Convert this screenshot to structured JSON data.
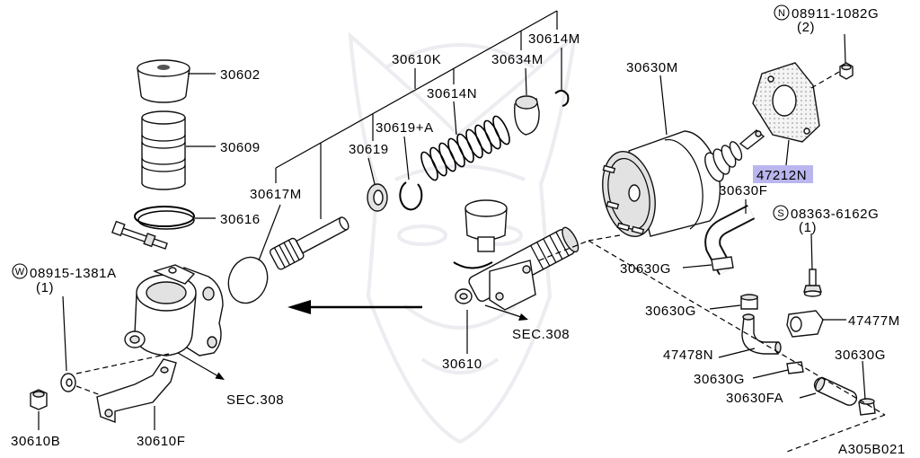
{
  "callouts": [
    "30602",
    "30609",
    "30616",
    "30610B",
    "30610F",
    "30617M",
    "30619",
    "30619+A",
    "30610K",
    "30614N",
    "30634M",
    "30614M",
    "30610",
    "30630M",
    "30630F",
    "30630G",
    "30630G",
    "47477M",
    "47478N",
    "30630G",
    "30630G",
    "30630FA"
  ],
  "fasteners": [
    {
      "symbol": "W",
      "number": "08915-1381A",
      "qty": "(1)"
    },
    {
      "symbol": "N",
      "number": "08911-1082G",
      "qty": "(2)"
    },
    {
      "symbol": "S",
      "number": "08363-6162G",
      "qty": "(1)"
    }
  ],
  "section_refs": [
    "SEC.308",
    "SEC.308"
  ],
  "highlight": {
    "text": "47212N",
    "color": "#b9b6ee"
  },
  "drawing_code": "A305B021"
}
